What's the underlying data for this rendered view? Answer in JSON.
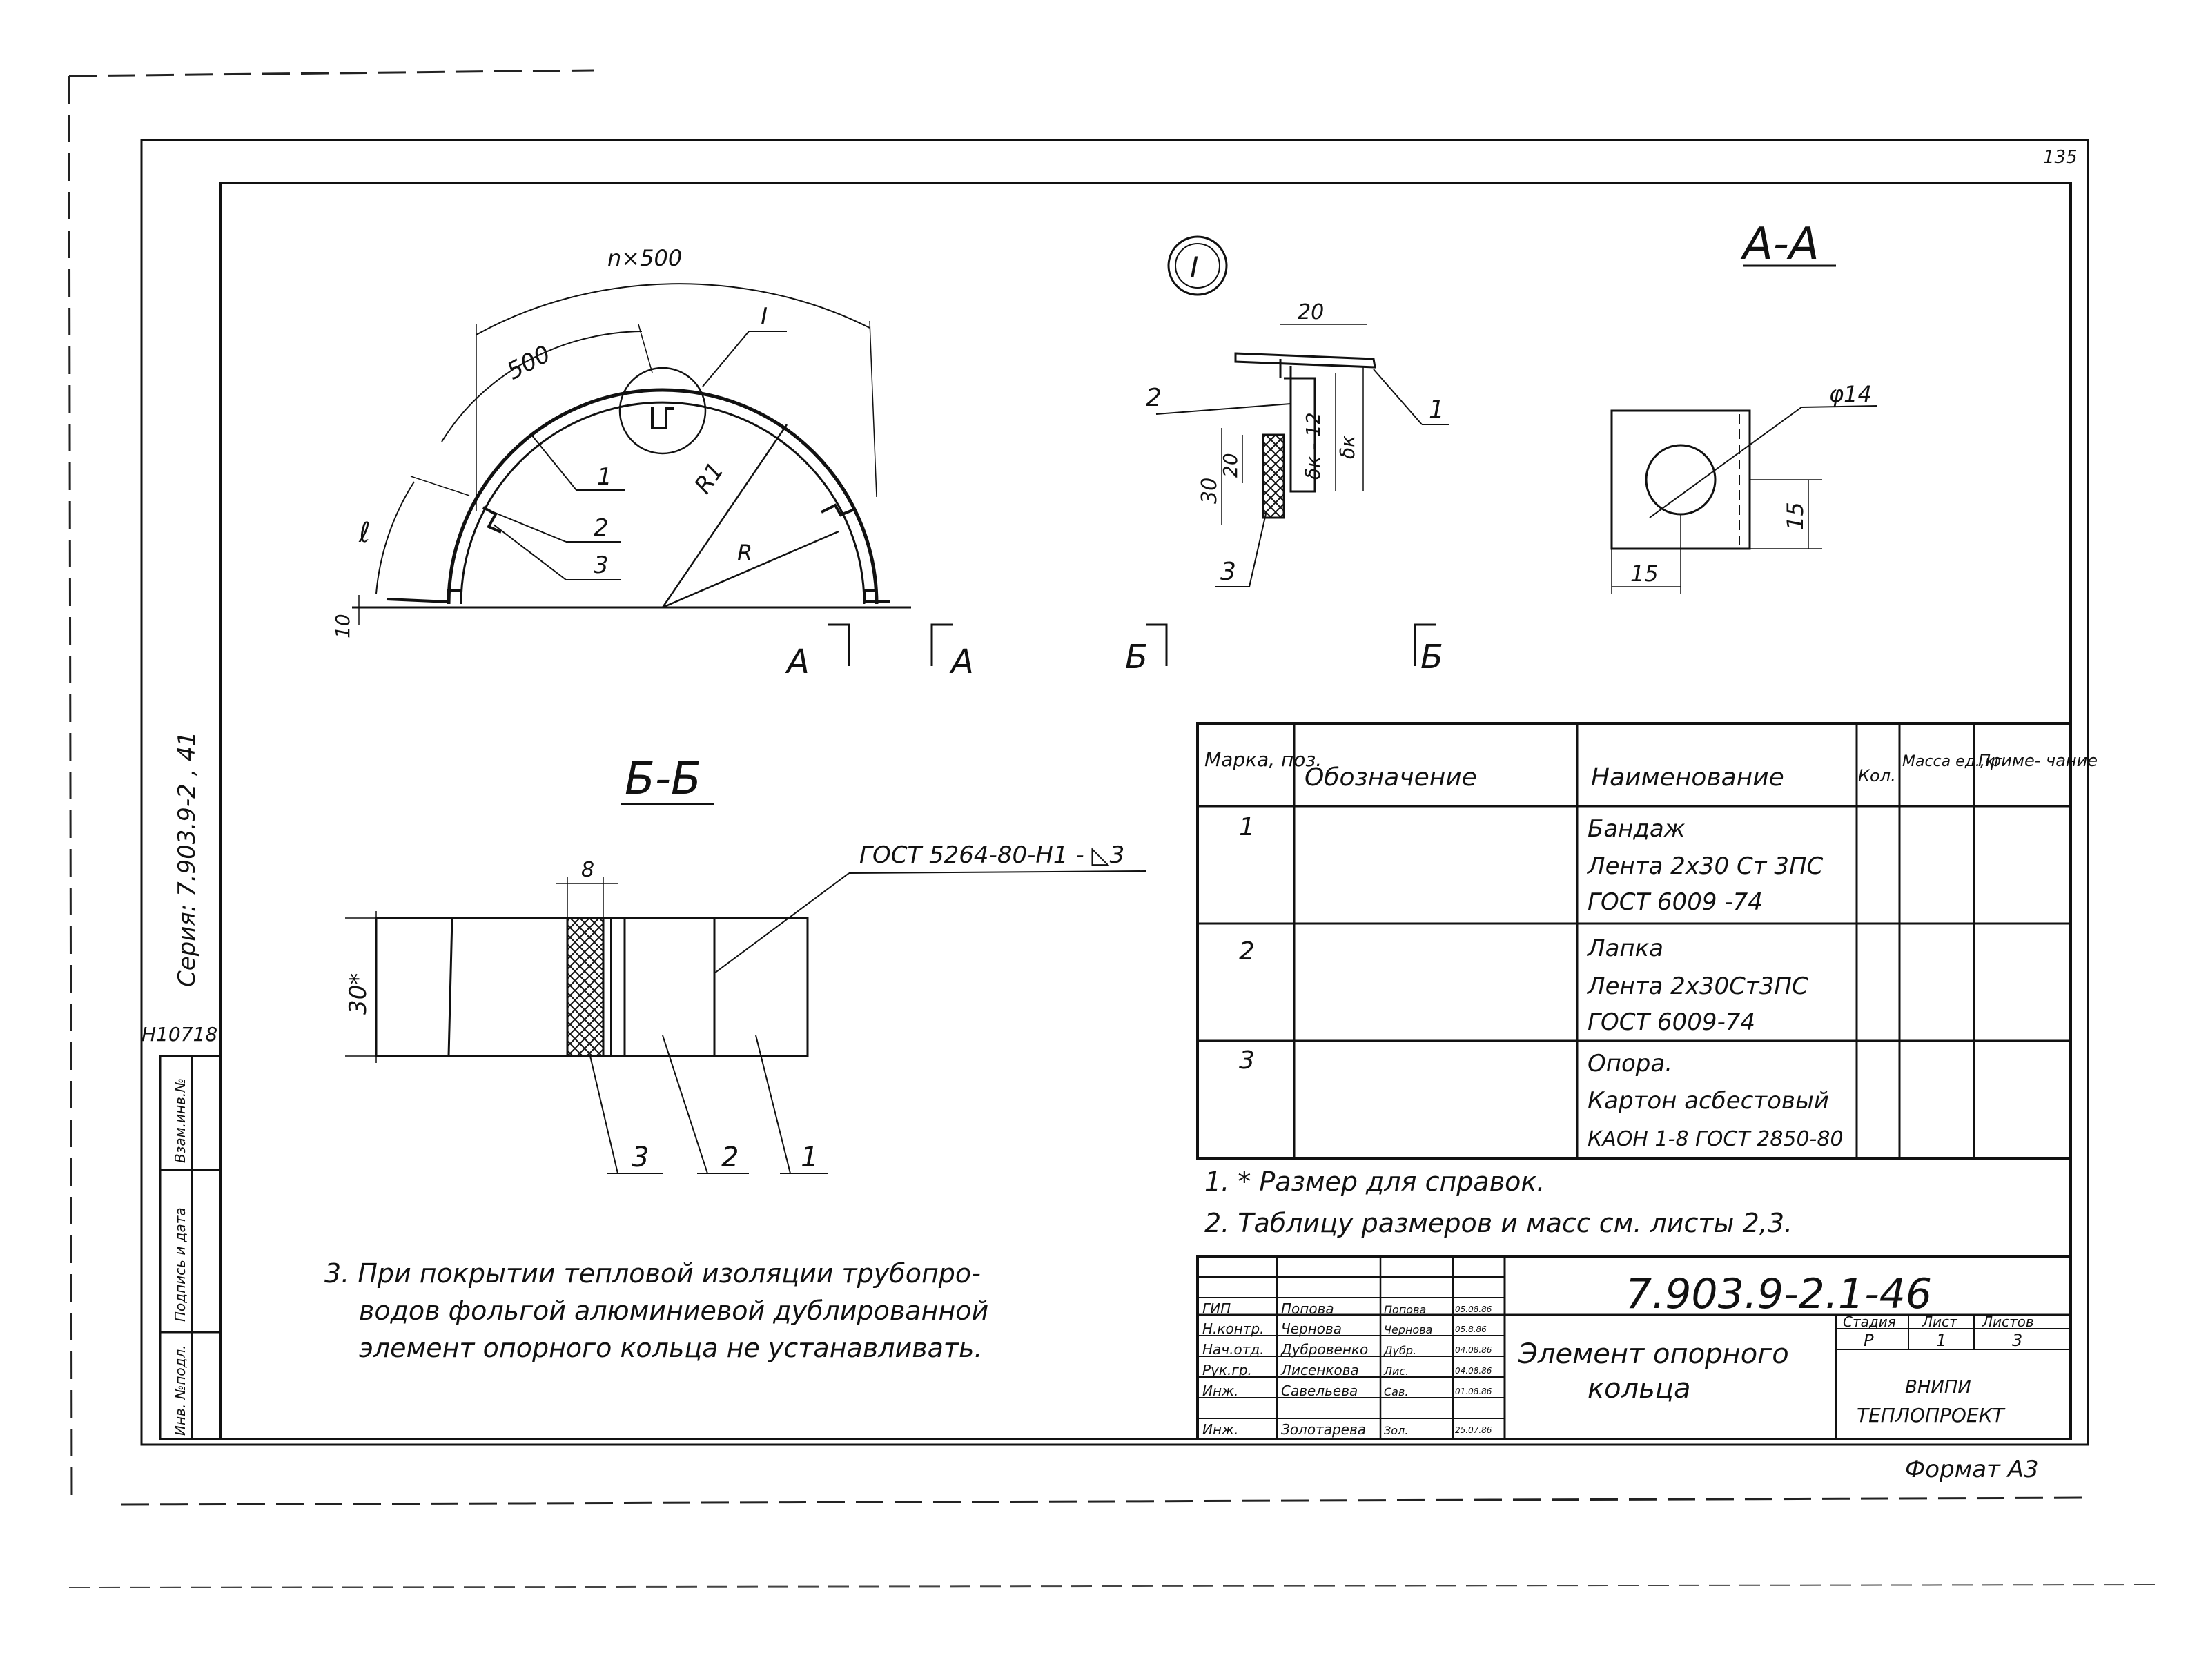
{
  "page_number": "135",
  "format_label": "Формат А3",
  "side_strip": {
    "series": "Серия: 7.903.9-2 , 41",
    "archive_no": "H10718",
    "cells": [
      "Инв. №подл.",
      "Подпись и дата",
      "Взам.инв.№"
    ]
  },
  "views": {
    "ring": {
      "arc_total": "n×500",
      "arc_segment": "500",
      "mark_I": "I",
      "r1": "R1",
      "r": "R",
      "l": "ℓ",
      "ten": "10",
      "callouts": [
        "1",
        "2",
        "3"
      ],
      "section_a_left": "А",
      "section_a_right": "А",
      "section_b_left": "Б",
      "section_b_right": "Б"
    },
    "detail_I": {
      "title": "I",
      "d20": "20",
      "d30": "30",
      "d20v": "20",
      "dk12": "δк - 12",
      "dk": "δк",
      "callouts": [
        "2",
        "1",
        "3"
      ]
    },
    "section_AA": {
      "title": "А-А",
      "phi": "φ14",
      "d15v": "15",
      "d15h": "15"
    },
    "section_BB": {
      "title": "Б-Б",
      "gost": "ГОСТ 5264-80-Н1 - ◺3",
      "d8": "8",
      "d30": "30*",
      "callouts": [
        "3",
        "2",
        "1"
      ]
    }
  },
  "spec_table": {
    "headers": [
      "Марка, поз.",
      "Обозначение",
      "Наименование",
      "Кол.",
      "Масса ед.,кг",
      "Приме- чание"
    ],
    "rows": [
      {
        "pos": "1",
        "designation": "",
        "name": [
          "Бандаж",
          "Лента 2х30 Ст 3ПС",
          "ГОСТ 6009 -74"
        ],
        "qty": "",
        "mass": "",
        "note": ""
      },
      {
        "pos": "2",
        "designation": "",
        "name": [
          "Лапка",
          "Лента 2х30Ст3ПС",
          "ГОСТ 6009-74"
        ],
        "qty": "",
        "mass": "",
        "note": ""
      },
      {
        "pos": "3",
        "designation": "",
        "name": [
          "Опора.",
          "Картон асбестовый",
          "КАОН 1-8 ГОСТ 2850-80"
        ],
        "qty": "",
        "mass": "",
        "note": ""
      }
    ]
  },
  "notes": [
    "1. * Размер для справок.",
    "2. Таблицу размеров и масс см. листы 2,3."
  ],
  "note3": [
    "3. При покрытии тепловой изоляции трубопро-",
    "водов фольгой алюминиевой дублированной",
    "элемент опорного кольца не устанавливать."
  ],
  "title_block": {
    "doc_number": "7.903.9-2.1-46",
    "title": [
      "Элемент опорного",
      "кольца"
    ],
    "stage_headers": [
      "Стадия",
      "Лист",
      "Листов"
    ],
    "stage_values": [
      "Р",
      "1",
      "3"
    ],
    "org": [
      "ВНИПИ",
      "ТЕПЛОПРОЕКТ"
    ],
    "signers": [
      {
        "role": "ГИП",
        "name": "Попова",
        "sign": "Попова",
        "date": "05.08.86"
      },
      {
        "role": "Н.контр.",
        "name": "Чернова",
        "sign": "Чернова",
        "date": "05.8.86"
      },
      {
        "role": "Нач.отд.",
        "name": "Дубровенко",
        "sign": "Дубр.",
        "date": "04.08.86"
      },
      {
        "role": "Рук.гр.",
        "name": "Лисенкова",
        "sign": "Лис.",
        "date": "04.08.86"
      },
      {
        "role": "Инж.",
        "name": "Савельева",
        "sign": "Сав.",
        "date": "01.08.86"
      },
      {
        "role": "Инж.",
        "name": "Золотарева",
        "sign": "Зол.",
        "date": "25.07.86"
      }
    ]
  }
}
